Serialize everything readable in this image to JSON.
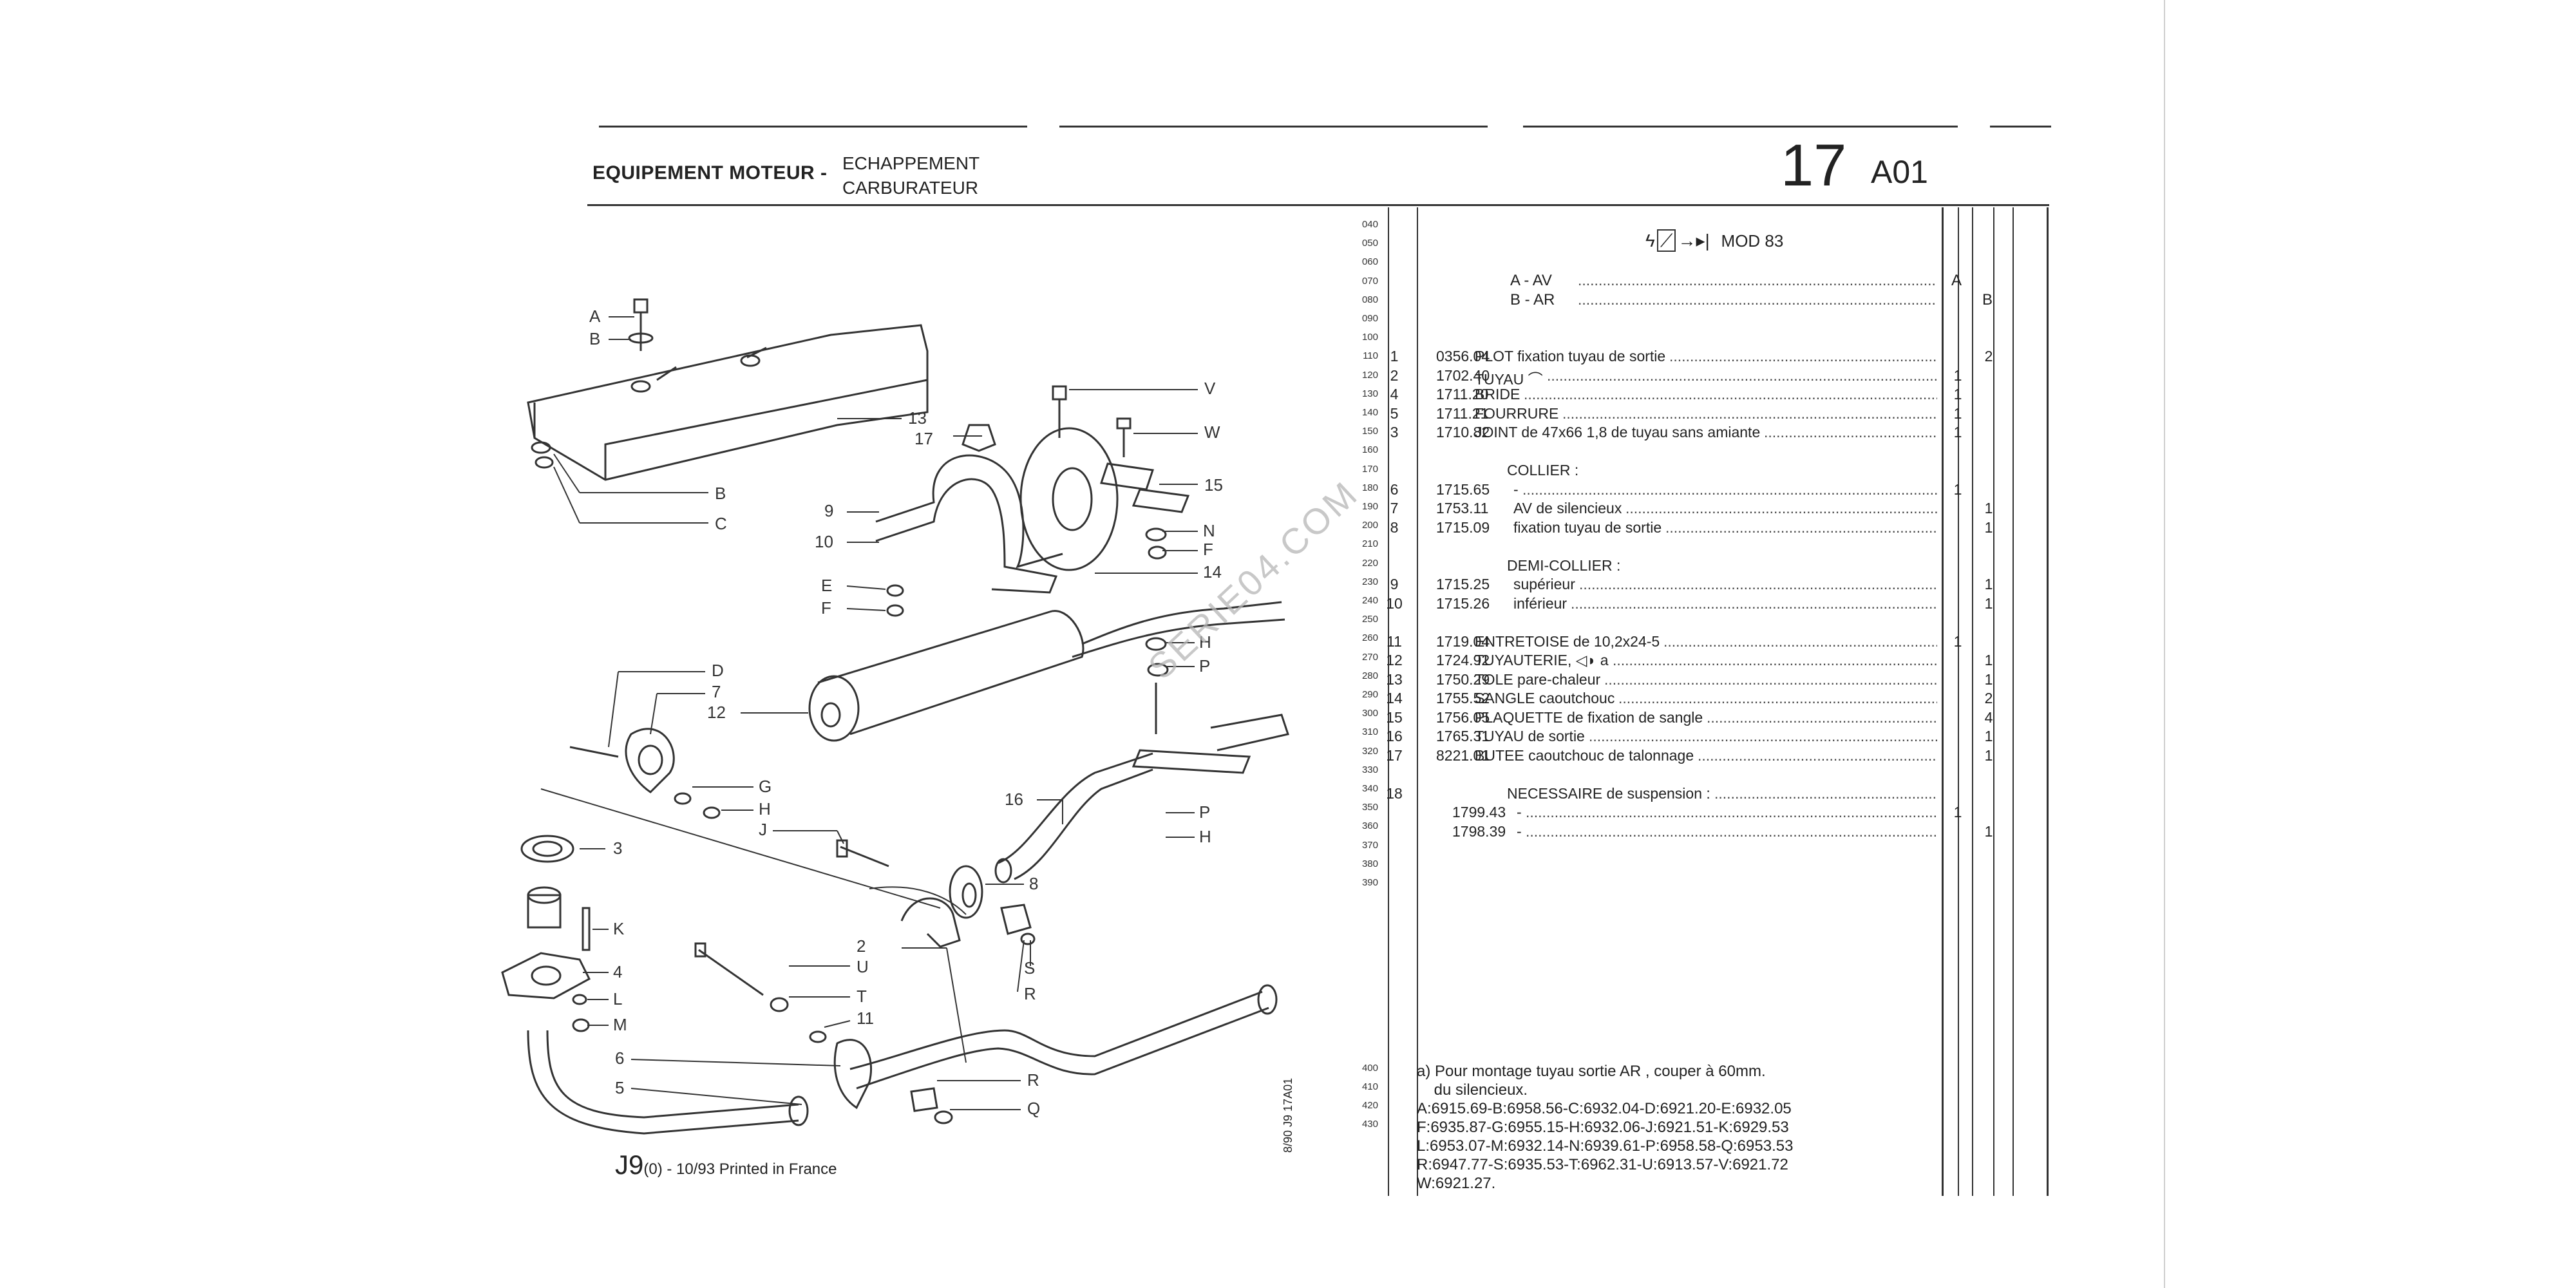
{
  "header": {
    "section": "EQUIPEMENT MOTEUR -",
    "sub1": "ECHAPPEMENT",
    "sub2": "CARBURATEUR",
    "group": "17",
    "code": "A01"
  },
  "watermark": "SERIE04.COM",
  "footer": {
    "model": "J9",
    "suffix": "(0) - 10/93 Printed in France"
  },
  "vertical_code": "8/90  J9  17A01",
  "line_codes": [
    "040",
    "050",
    "060",
    "070",
    "080",
    "090",
    "100",
    "110",
    "120",
    "130",
    "140",
    "150",
    "160",
    "170",
    "180",
    "190",
    "200",
    "210",
    "220",
    "230",
    "240",
    "250",
    "260",
    "270",
    "280",
    "290",
    "300",
    "310",
    "320",
    "330",
    "340",
    "350",
    "360",
    "370",
    "380",
    "390",
    "400",
    "410",
    "420",
    "430"
  ],
  "model_line": "MOD 83",
  "variants": [
    {
      "label": "A - AV",
      "col": "A"
    },
    {
      "label": "B - AR",
      "col": "B"
    }
  ],
  "parts": [
    {
      "n": "1",
      "ref": "0356.04",
      "desc": "PLOT fixation tuyau de sortie",
      "b": "2"
    },
    {
      "n": "2",
      "ref": "1702.40",
      "desc": "TUYAU ⌒",
      "a": "1"
    },
    {
      "n": "4",
      "ref": "1711.20",
      "desc": "BRIDE",
      "a": "1"
    },
    {
      "n": "5",
      "ref": "1711.21",
      "desc": "FOURRURE",
      "a": "1"
    },
    {
      "n": "3",
      "ref": "1710.82",
      "desc": "JOINT de 47x66 1,8 de tuyau sans amiante",
      "a": "1"
    },
    {
      "heading": "COLLIER :"
    },
    {
      "n": "6",
      "ref": "1715.65",
      "desc": "-",
      "a": "1"
    },
    {
      "n": "7",
      "ref": "1753.11",
      "desc": "AV de silencieux",
      "b": "1"
    },
    {
      "n": "8",
      "ref": "1715.09",
      "desc": "fixation tuyau de sortie",
      "b": "1"
    },
    {
      "heading": "DEMI-COLLIER :"
    },
    {
      "n": "9",
      "ref": "1715.25",
      "desc": "supérieur",
      "b": "1"
    },
    {
      "n": "10",
      "ref": "1715.26",
      "desc": "inférieur",
      "b": "1"
    },
    {
      "gap": true
    },
    {
      "n": "11",
      "ref": "1719.04",
      "desc": "ENTRETOISE de 10,2x24-5",
      "a": "1"
    },
    {
      "n": "12",
      "ref": "1724.92",
      "desc": "TUYAUTERIE, ◁◗ a",
      "b": "1"
    },
    {
      "n": "13",
      "ref": "1750.29",
      "desc": "TOLE pare-chaleur",
      "b": "1"
    },
    {
      "n": "14",
      "ref": "1755.52",
      "desc": "SANGLE caoutchouc",
      "b": "2"
    },
    {
      "n": "15",
      "ref": "1756.05",
      "desc": "PLAQUETTE de fixation de sangle",
      "b": "4"
    },
    {
      "n": "16",
      "ref": "1765.31",
      "desc": "TUYAU de sortie",
      "b": "1"
    },
    {
      "n": "17",
      "ref": "8221.01",
      "desc": "BUTEE caoutchouc de talonnage",
      "b": "1"
    },
    {
      "gap": true
    },
    {
      "n": "18",
      "ref": "",
      "desc": "NECESSAIRE de suspension :"
    },
    {
      "n": "",
      "ref": "1799.43",
      "desc": "-",
      "a": "1"
    },
    {
      "n": "",
      "ref": "1798.39",
      "desc": "-",
      "b": "1"
    }
  ],
  "notes": [
    "a) Pour montage tuyau sortie AR , couper à 60mm.",
    "    du silencieux.",
    "A:6915.69-B:6958.56-C:6932.04-D:6921.20-E:6932.05",
    "F:6935.87-G:6955.15-H:6932.06-J:6921.51-K:6929.53",
    "L:6953.07-M:6932.14-N:6939.61-P:6958.58-Q:6953.53",
    "R:6947.77-S:6935.53-T:6962.31-U:6913.57-V:6921.72",
    "W:6921.27."
  ],
  "diagram_labels": [
    "A",
    "B",
    "B",
    "C",
    "13",
    "17",
    "V",
    "W",
    "15",
    "9",
    "10",
    "N",
    "F",
    "14",
    "E",
    "F",
    "H",
    "P",
    "D",
    "7",
    "12",
    "G",
    "H",
    "J",
    "16",
    "P",
    "H",
    "3",
    "8",
    "K",
    "S",
    "R",
    "4",
    "L",
    "M",
    "2",
    "U",
    "T",
    "11",
    "6",
    "5",
    "R",
    "Q"
  ]
}
